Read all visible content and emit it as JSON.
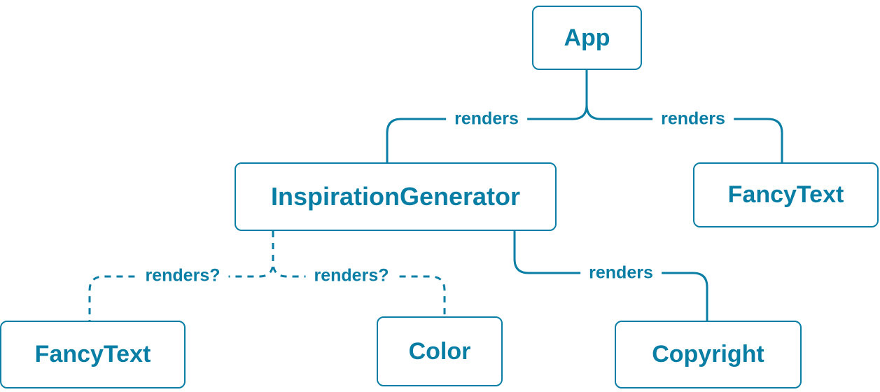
{
  "diagram": {
    "colors": {
      "accent": "#0a7ea4",
      "node_text": "#087ea4",
      "node_background": "#ffffff"
    },
    "nodes": {
      "app": {
        "label": "App"
      },
      "inspirationGenerator": {
        "label": "InspirationGenerator"
      },
      "fancyTextTop": {
        "label": "FancyText"
      },
      "fancyTextBottom": {
        "label": "FancyText"
      },
      "color": {
        "label": "Color"
      },
      "copyright": {
        "label": "Copyright"
      }
    },
    "edges": {
      "appToInspirationGenerator": {
        "label": "renders",
        "style": "solid"
      },
      "appToFancyText": {
        "label": "renders",
        "style": "solid"
      },
      "inspirationGeneratorToFancyText": {
        "label": "renders?",
        "style": "dashed"
      },
      "inspirationGeneratorToColor": {
        "label": "renders?",
        "style": "dashed"
      },
      "inspirationGeneratorToCopyright": {
        "label": "renders",
        "style": "solid"
      }
    }
  }
}
